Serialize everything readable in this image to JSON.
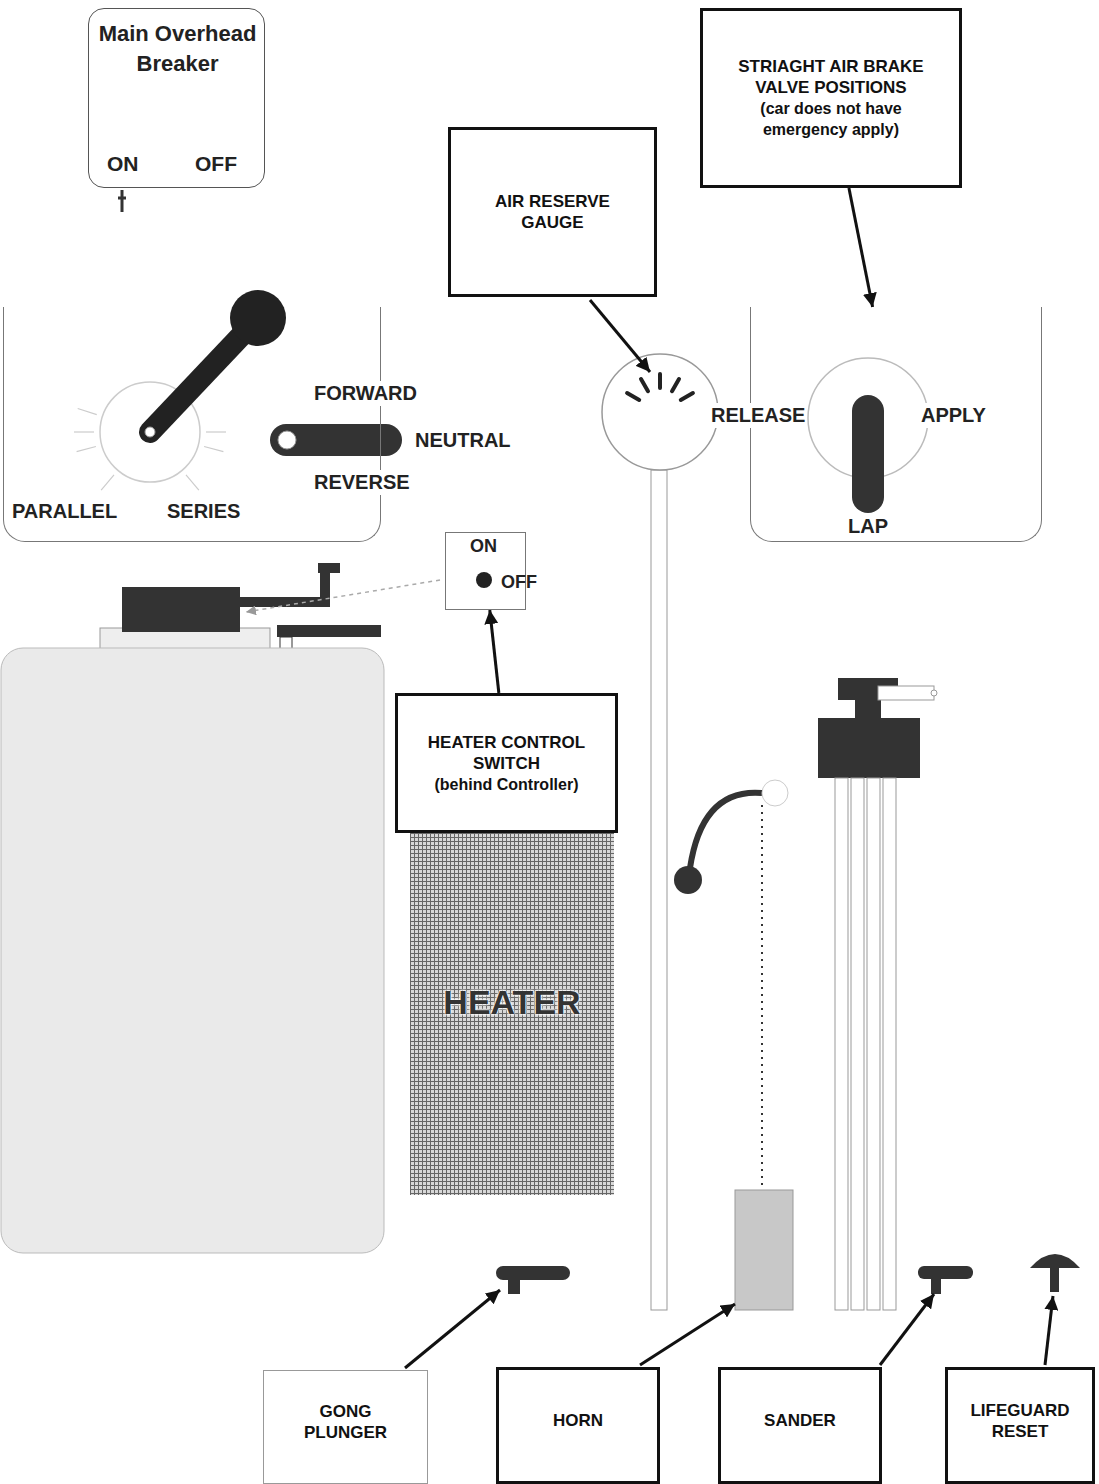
{
  "diagram": {
    "nodes": [
      {
        "text": [
          "Main Overhead Breaker",
          "ON",
          "OFF"
        ]
      },
      {
        "text": [
          "STRIAGHT AIR BRAKE VALVE POSITIONS",
          "(car does not have emergency apply)"
        ]
      },
      {
        "text": [
          "AIR RESERVE GAUGE"
        ]
      },
      {
        "text": [
          "FORWARD",
          "NEUTRAL",
          "REVERSE",
          "PARALLEL",
          "SERIES"
        ]
      },
      {
        "text": [
          "RELEASE",
          "APPLY",
          "LAP"
        ]
      },
      {
        "text": [
          "ON",
          "OFF"
        ]
      },
      {
        "text": [
          "HEATER CONTROL SWITCH",
          "(behind Controller)"
        ]
      },
      {
        "text": [
          "HEATER"
        ]
      },
      {
        "text": [
          "GONG PLUNGER"
        ]
      },
      {
        "text": [
          "HORN"
        ]
      },
      {
        "text": [
          "SANDER"
        ]
      },
      {
        "text": [
          "LIFEGUARD RESET"
        ]
      }
    ],
    "edges": [
      {
        "from": 1,
        "to": 4,
        "arrow": "to"
      },
      {
        "from": 6,
        "to": 5,
        "arrow": "to"
      }
    ]
  }
}
